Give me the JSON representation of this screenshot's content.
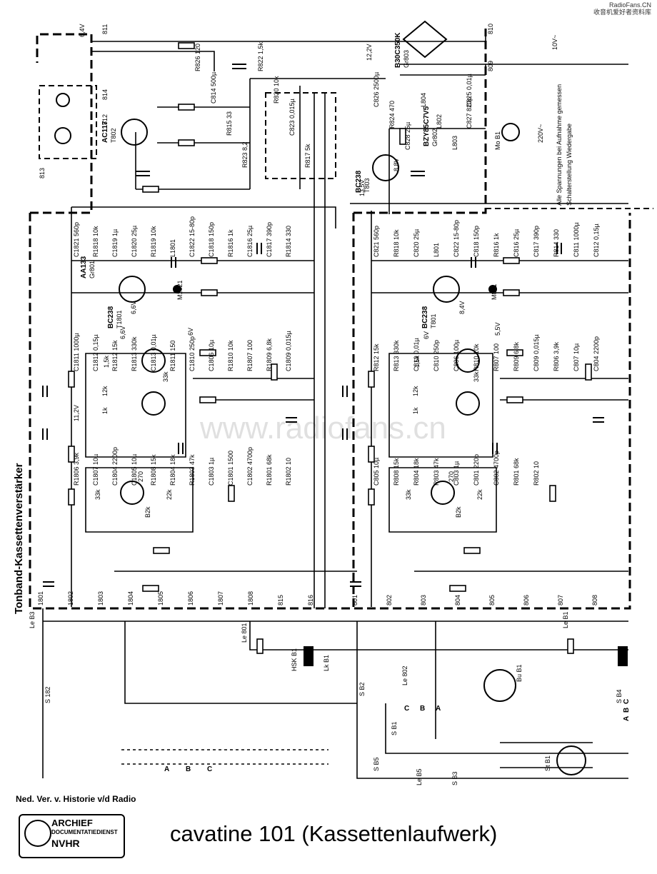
{
  "header": {
    "watermark_line1": "RadioFans.CN",
    "watermark_line2": "收音机爱好者资料库"
  },
  "diagram": {
    "section_label": "Tonband-Kassettenverstärker",
    "center_watermark": "www.radiofans.cn",
    "note_lines": [
      "Alle Spannungen bei Aufnahme gemessen",
      "Schalterstellung Wiedergabe"
    ],
    "transistors": [
      {
        "ref": "T802",
        "type": "AC117"
      },
      {
        "ref": "T803",
        "type": "BC238"
      },
      {
        "ref": "T1801",
        "type": "BC238"
      },
      {
        "ref": "T801",
        "type": "BC238"
      }
    ],
    "diodes": [
      {
        "ref": "Gr801",
        "type": "AA133"
      },
      {
        "ref": "Gr802",
        "type": "BZY85C7V5"
      },
      {
        "ref": "Gr803",
        "type": "B30C350K"
      }
    ],
    "components_top": [
      "R826 120",
      "C814 500µ",
      "R815 33",
      "R823 8,2",
      "R822 1,5k",
      "R820 10k",
      "C823 0,015µ",
      "R817 5k",
      "C826 2500µ",
      "R824 470",
      "C828 25µ",
      "L804",
      "L802",
      "L803",
      "C825 0,01µ",
      "C827 820p"
    ],
    "components_left": [
      "C1821 560p",
      "R1818 10k",
      "C1819 1µ",
      "C1820 25µ",
      "R1819 10k",
      "L1801",
      "C1822 15-80p",
      "C1818 150p",
      "R1816 1k",
      "C1816 25µ",
      "C1817 390p",
      "R1814 330",
      "C1811 1000µ",
      "C1812 0,15µ",
      "R1812 15k",
      "R1813 330k",
      "C1813 0,01µ",
      "R1811 150",
      "C1810 250p",
      "C1806 10µ",
      "R1810 10k",
      "R1807 100",
      "R1809 6,8k",
      "C1809 0,015µ",
      "R1806 3,9k",
      "C1807 10µ",
      "C1804 2200p",
      "C1805 10µ",
      "R1808 15k",
      "R1804 18k",
      "R1803 47k",
      "C1803 1µ",
      "C1801 1500",
      "C1802 4700p",
      "R1801 68k",
      "R1802 10"
    ],
    "components_right": [
      "C821 560p",
      "R818 10k",
      "C820 25µ",
      "L801",
      "C822 15-80p",
      "C818 150p",
      "R816 1k",
      "C816 25µ",
      "C817 390p",
      "R814 330",
      "C811 1000µ",
      "C812 0,15µ",
      "R812 15k",
      "R813 330k",
      "C813 0,01µ",
      "C810 250p",
      "C806 100µ",
      "R810 10k",
      "R807 100",
      "R809 6,8k",
      "C809 0,015µ",
      "R806 3,9k",
      "C807 10µ",
      "C804 2200p",
      "C805 10µ",
      "R808 15k",
      "R804 18k",
      "R803 47k",
      "C803 1µ",
      "C801 220p",
      "C802 4700p",
      "R801 68k",
      "R802 10"
    ],
    "inner_values": [
      "1,5k",
      "12k",
      "1k",
      "33k",
      "270",
      "22k",
      "B2k",
      "33k"
    ],
    "voltages": [
      "6,4V",
      "12,2V",
      "13,5V",
      "8,8V",
      "6,6V",
      "8,4V",
      "6,6V",
      "6V",
      "6V",
      "5,5V",
      "11,2V",
      "10V~",
      "220V~"
    ],
    "terminals_bottom": [
      "1801",
      "1802",
      "1803",
      "1804",
      "1805",
      "1806",
      "1807",
      "1808",
      "815",
      "816",
      "801",
      "802",
      "803",
      "804",
      "805",
      "806",
      "807",
      "808"
    ],
    "connectors": [
      "Le B3",
      "Le 801",
      "Le B1",
      "Le 802",
      "Le B5",
      "Bu B1",
      "St B1",
      "HSK B1",
      "Lk B1",
      "S 182",
      "S B2",
      "S B1",
      "S B4",
      "S B5",
      "S B3",
      "Mo B1",
      "M1821",
      "M821",
      "811",
      "812",
      "813",
      "814",
      "809",
      "810"
    ],
    "switch_labels": [
      "A",
      "B",
      "C"
    ]
  },
  "footer": {
    "archive_credit": "Ned. Ver. v. Historie v/d Radio",
    "stamp_line1": "ARCHIEF",
    "stamp_line2": "DOCUMENTATIEDIENST",
    "stamp_line3": "NVHR",
    "title": "cavatine 101 (Kassettenlaufwerk)"
  }
}
